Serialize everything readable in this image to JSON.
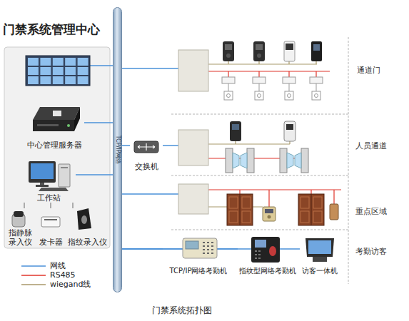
{
  "diagram": {
    "caption": "门禁系统拓扑图",
    "nodes": [
      {
        "text": [
          "门禁系统管理中心"
        ]
      },
      {
        "text": [
          "中心管理服务器"
        ],
        "in": 0
      },
      {
        "text": [
          "工作站"
        ],
        "in": 0
      },
      {
        "text": [
          "指静脉 录入仪"
        ],
        "in": 0
      },
      {
        "text": [
          "发卡器"
        ],
        "in": 0
      },
      {
        "text": [
          "指纹录入仪"
        ],
        "in": 0
      },
      {
        "text": [
          "TCP/IP网络"
        ]
      },
      {
        "text": [
          "交换机"
        ]
      },
      {
        "text": [
          "TCP/IP网络考勤机"
        ]
      },
      {
        "text": [
          "指纹型网络考勤机"
        ]
      },
      {
        "text": [
          "访客一体机"
        ]
      }
    ],
    "edges": [
      {
        "from": 6,
        "to": 1,
        "arrow": "none"
      },
      {
        "from": 6,
        "to": 2,
        "arrow": "none"
      },
      {
        "from": 2,
        "to": 3,
        "arrow": "none"
      },
      {
        "from": 2,
        "to": 4,
        "arrow": "none"
      },
      {
        "from": 2,
        "to": 5,
        "arrow": "none"
      },
      {
        "from": 6,
        "to": 7,
        "arrow": "none"
      },
      {
        "from": 6,
        "to": 8,
        "arrow": "none"
      },
      {
        "from": 6,
        "to": 9,
        "arrow": "none"
      },
      {
        "from": 6,
        "to": 10,
        "arrow": "none"
      }
    ],
    "labels": [
      "通道门",
      "人员通道",
      "重点区域",
      "考勤访客"
    ],
    "legend": [
      {
        "text": "网线"
      },
      {
        "text": "RS485"
      },
      {
        "text": "wiegand线"
      }
    ]
  }
}
